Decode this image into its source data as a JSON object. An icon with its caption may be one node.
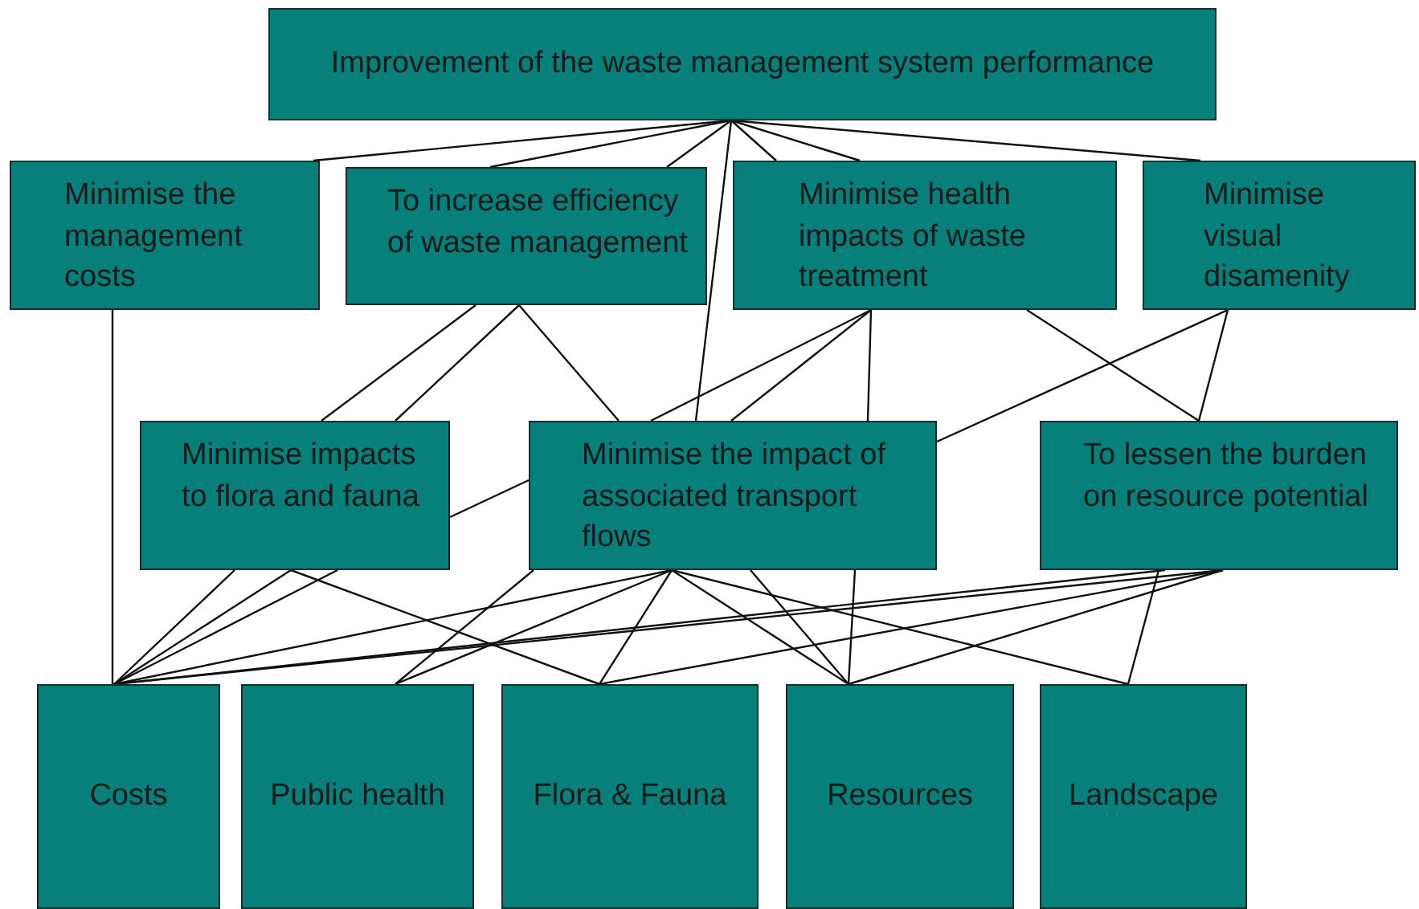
{
  "diagram": {
    "nodes": [
      {
        "text": [
          "Improvement of the waste management system performance"
        ]
      },
      {
        "text": [
          "Minimise the management costs"
        ]
      },
      {
        "text": [
          "To increase efficiency of waste management"
        ]
      },
      {
        "text": [
          "Minimise health impacts of waste treatment"
        ]
      },
      {
        "text": [
          "Minimise visual disamenity"
        ]
      },
      {
        "text": [
          "Minimise impacts to flora and fauna"
        ]
      },
      {
        "text": [
          "Minimise the impact of associated transport flows"
        ]
      },
      {
        "text": [
          "To lessen the burden on resource potential"
        ]
      },
      {
        "text": [
          "Costs"
        ]
      },
      {
        "text": [
          "Public health"
        ]
      },
      {
        "text": [
          "Flora & Fauna"
        ]
      },
      {
        "text": [
          "Resources"
        ]
      },
      {
        "text": [
          "Landscape"
        ]
      }
    ],
    "edges": [
      {
        "from": 0,
        "to": 1,
        "arrow": "none"
      },
      {
        "from": 0,
        "to": 2,
        "arrow": "none"
      },
      {
        "from": 0,
        "to": 2,
        "arrow": "none"
      },
      {
        "from": 0,
        "to": 3,
        "arrow": "none"
      },
      {
        "from": 0,
        "to": 3,
        "arrow": "none"
      },
      {
        "from": 0,
        "to": 4,
        "arrow": "none"
      },
      {
        "from": 0,
        "to": 6,
        "arrow": "none"
      },
      {
        "from": 1,
        "to": 8,
        "arrow": "none"
      },
      {
        "from": 2,
        "to": 5,
        "arrow": "none"
      },
      {
        "from": 2,
        "to": 5,
        "arrow": "none"
      },
      {
        "from": 2,
        "to": 6,
        "arrow": "none"
      },
      {
        "from": 3,
        "to": 6,
        "arrow": "none"
      },
      {
        "from": 3,
        "to": 6,
        "arrow": "none"
      },
      {
        "from": 3,
        "to": 6,
        "arrow": "none"
      },
      {
        "from": 3,
        "to": 7,
        "arrow": "none"
      },
      {
        "from": 4,
        "to": 7,
        "arrow": "none"
      },
      {
        "from": 4,
        "to": 6,
        "arrow": "none"
      },
      {
        "from": 6,
        "to": 5,
        "arrow": "none"
      },
      {
        "from": 5,
        "to": 8,
        "arrow": "none"
      },
      {
        "from": 5,
        "to": 8,
        "arrow": "none"
      },
      {
        "from": 5,
        "to": 8,
        "arrow": "none"
      },
      {
        "from": 5,
        "to": 10,
        "arrow": "none"
      },
      {
        "from": 6,
        "to": 9,
        "arrow": "none"
      },
      {
        "from": 6,
        "to": 8,
        "arrow": "none"
      },
      {
        "from": 6,
        "to": 9,
        "arrow": "none"
      },
      {
        "from": 6,
        "to": 10,
        "arrow": "none"
      },
      {
        "from": 6,
        "to": 11,
        "arrow": "none"
      },
      {
        "from": 6,
        "to": 12,
        "arrow": "none"
      },
      {
        "from": 6,
        "to": 11,
        "arrow": "none"
      },
      {
        "from": 6,
        "to": 11,
        "arrow": "none"
      },
      {
        "from": 7,
        "to": 8,
        "arrow": "none"
      },
      {
        "from": 7,
        "to": 8,
        "arrow": "none"
      },
      {
        "from": 7,
        "to": 10,
        "arrow": "none"
      },
      {
        "from": 7,
        "to": 11,
        "arrow": "none"
      },
      {
        "from": 7,
        "to": 12,
        "arrow": "none"
      }
    ]
  }
}
